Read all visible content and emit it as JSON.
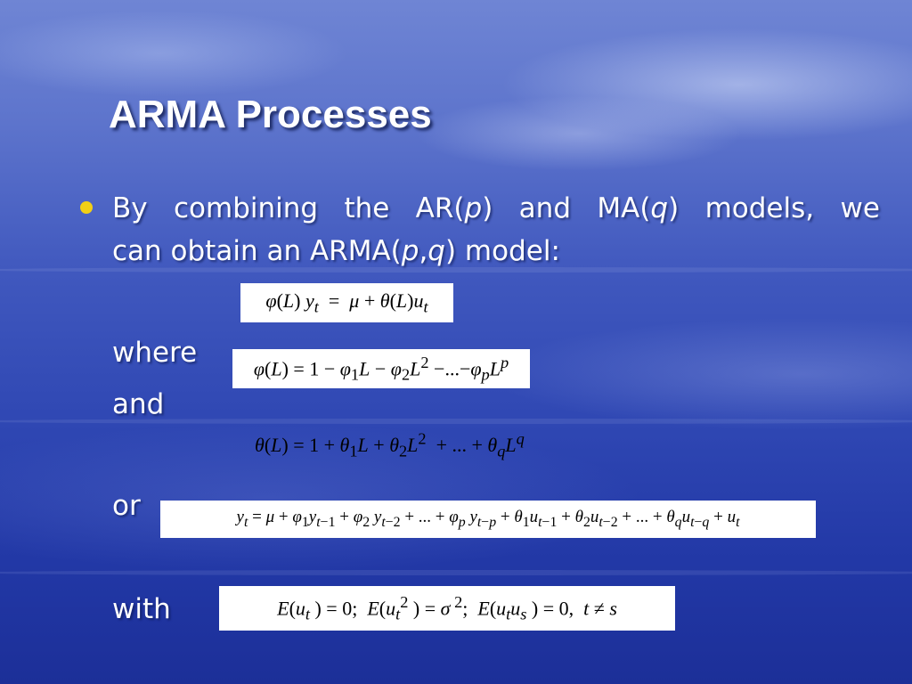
{
  "slide": {
    "title": "ARMA Processes",
    "bullet": {
      "line1_words": [
        "By",
        "combining",
        "the",
        "AR(p)",
        "and",
        "MA(q)",
        "models,",
        "we"
      ],
      "line2": "can obtain an ARMA(p,q) model:"
    },
    "labels": {
      "where": "where",
      "and": "and",
      "or": "or",
      "with": "with"
    },
    "equations": {
      "arma_lag": "φ(L) yt = μ + θ(L)ut",
      "phi_def": "φ(L) = 1 − φ1L − φ2L2 −...−φpLp",
      "theta_def": "θ(L) = 1 + θ1L + θ2L2 + ... + θqLq",
      "arma_full": "yt = μ + φ1yt−1 + φ2 yt−2 + ... + φp yt−p + θ1ut−1 + θ2ut−2 + ... + θqut−q + ut",
      "assumptions": "E(ut) = 0; E(ut2) = σ2; E(utus) = 0, t ≠ s"
    },
    "colors": {
      "bullet": "#f2d016",
      "text": "#ffffff"
    }
  }
}
